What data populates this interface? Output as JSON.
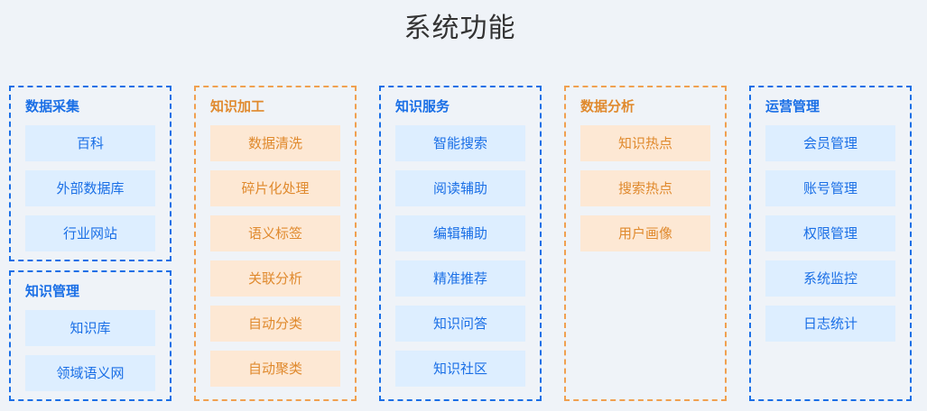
{
  "title": "系统功能",
  "colors": {
    "blue": "#1a6fe6",
    "orange": "#e08a2e",
    "blue_box": "#ddeeff",
    "orange_box": "#fde8d4",
    "background": "#eff3f8"
  },
  "groups": [
    {
      "title": "数据采集",
      "items": [
        "百科",
        "外部数据库",
        "行业网站"
      ]
    },
    {
      "title": "知识管理",
      "items": [
        "知识库",
        "领域语义网"
      ]
    },
    {
      "title": "知识加工",
      "items": [
        "数据清洗",
        "碎片化处理",
        "语义标签",
        "关联分析",
        "自动分类",
        "自动聚类"
      ]
    },
    {
      "title": "知识服务",
      "items": [
        "智能搜索",
        "阅读辅助",
        "编辑辅助",
        "精准推荐",
        "知识问答",
        "知识社区"
      ]
    },
    {
      "title": "数据分析",
      "items": [
        "知识热点",
        "搜索热点",
        "用户画像"
      ]
    },
    {
      "title": "运营管理",
      "items": [
        "会员管理",
        "账号管理",
        "权限管理",
        "系统监控",
        "日志统计"
      ]
    }
  ]
}
